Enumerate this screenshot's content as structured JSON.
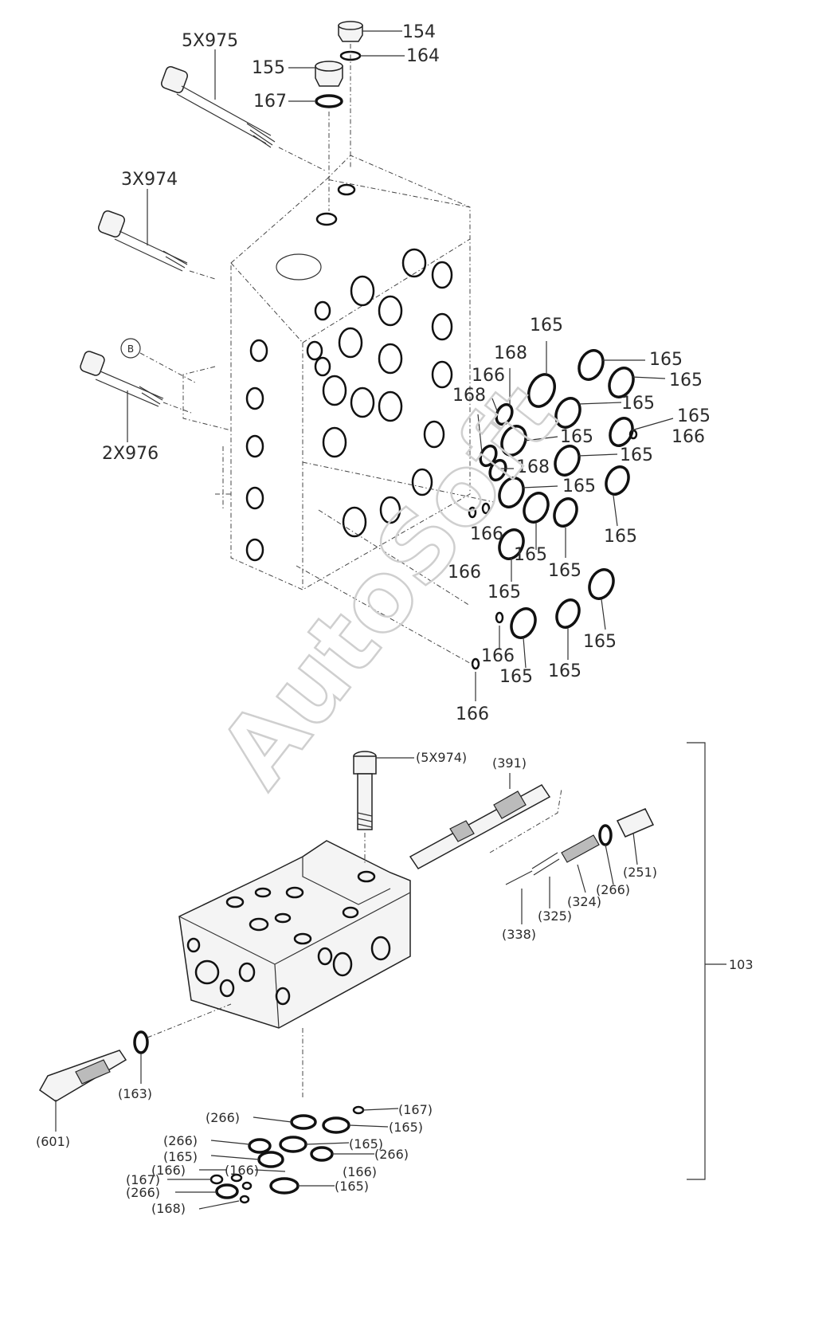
{
  "watermark": "AutoSoft",
  "upper_assembly": {
    "bolts": {
      "top": "5X975",
      "middle": "3X974",
      "bottom": "2X976"
    },
    "marker": "B",
    "plugs": [
      "154",
      "164",
      "155",
      "167"
    ],
    "seal_labels": {
      "r1": "165",
      "r2": "168",
      "r3": "165",
      "r4": "166",
      "r5": "165",
      "r6": "168",
      "r7": "165",
      "r8": "165",
      "r9": "166",
      "r10": "165",
      "r11": "168",
      "r12": "165",
      "r13": "165",
      "r14": "165",
      "r15": "166",
      "r16": "165",
      "r17": "165",
      "r18": "166",
      "r19": "165",
      "r20": "165",
      "r21": "166",
      "r22": "165",
      "r23": "165",
      "r24": "166"
    }
  },
  "lower_assembly": {
    "group_number": "103",
    "bolt": "(5X974)",
    "spool": "(391)",
    "plug": "(251)",
    "oring": "(266)",
    "spring": "(324)",
    "spring_small": "(325)",
    "pin": "(338)",
    "relief_valve": "(601)",
    "relief_oring": "(163)",
    "bottom_seals": {
      "a": "(266)",
      "b": "(167)",
      "c": "(165)",
      "d": "(266)",
      "e": "(165)",
      "f": "(165)",
      "g": "(266)",
      "h": "(166)",
      "i": "(166)",
      "j": "(166)",
      "k": "(167)",
      "l": "(266)",
      "m": "(165)",
      "n": "(168)"
    }
  }
}
